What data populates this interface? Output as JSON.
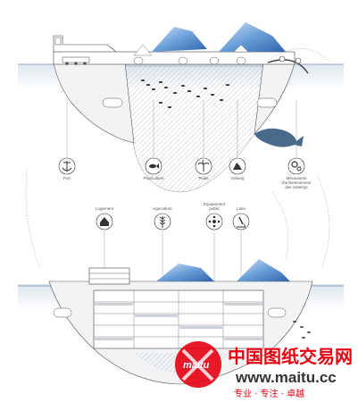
{
  "top_section": {
    "labels": {
      "port": "Port",
      "pisciculture": "Pisciculture",
      "poids": "Poids",
      "iceberg": "Iceberg",
      "mecanisme": "Mécanisme",
      "mecanisme_line2": "d'acheminement",
      "mecanisme_line3": "des icebergs"
    },
    "icons": [
      "anchor-icon",
      "fish-icon",
      "palm-tree-icon",
      "iceberg-icon",
      "gears-icon"
    ]
  },
  "bottom_section": {
    "labels": {
      "logement": "Logement",
      "agriculture": "Agriculture",
      "equipement": "Equipement",
      "equipement_line2": "public",
      "labo": "Labo"
    },
    "icons": [
      "house-icon",
      "wheat-icon",
      "network-icon",
      "microscope-icon"
    ]
  },
  "watermark": {
    "logo_text": "maitu",
    "cn_title": "中国图纸交易网",
    "url": "www.maitu.cc",
    "tagline": "专业 · 专注 · 卓越",
    "brand_color": "#e60012"
  },
  "colors": {
    "ice": "#3d78c4",
    "ice_light": "#9ec3ea",
    "ink": "#333333",
    "water_line": "#6f8fb3",
    "whale": "#4a6a8c"
  }
}
